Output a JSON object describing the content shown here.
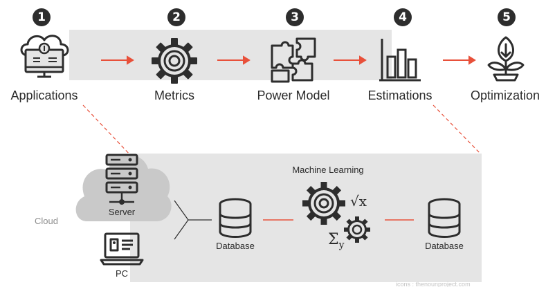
{
  "pipeline": {
    "steps": [
      {
        "number": "1",
        "label": "Applications",
        "icon": "applications-icon"
      },
      {
        "number": "2",
        "label": "Metrics",
        "icon": "gear-icon"
      },
      {
        "number": "3",
        "label": "Power Model",
        "icon": "puzzle-icon"
      },
      {
        "number": "4",
        "label": "Estimations",
        "icon": "bar-chart-icon"
      },
      {
        "number": "5",
        "label": "Optimization",
        "icon": "plant-icon"
      }
    ],
    "arrow_color": "#e8503a"
  },
  "detail": {
    "cloud_label": "Cloud",
    "server_label": "Server",
    "pc_label": "PC",
    "database_left_label": "Database",
    "machine_learning_label": "Machine Learning",
    "database_right_label": "Database",
    "math_sqrt": "√x",
    "math_sum": "Σ",
    "math_sub": "y"
  },
  "credit": "icons : thenounproject.com",
  "colors": {
    "band": "#e5e5e5",
    "cloud": "#c9c9c9",
    "icon": "#2d2d2d",
    "accent_red": "#e8503a"
  }
}
